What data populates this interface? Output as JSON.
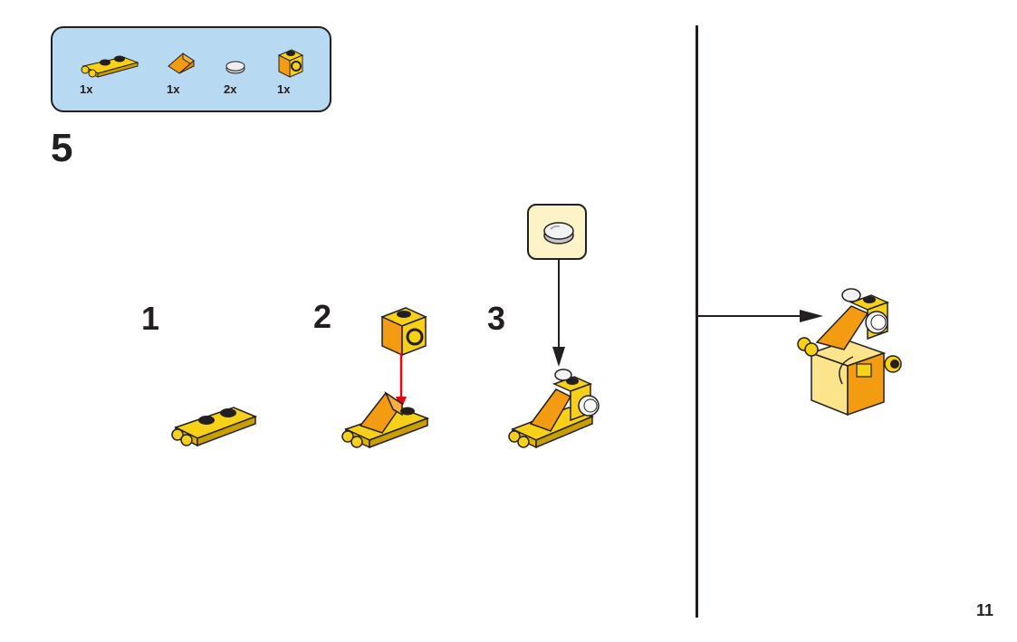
{
  "parts_list": {
    "items": [
      {
        "name": "yellow-plate-1x2-with-clips-icon",
        "quantity": "1x"
      },
      {
        "name": "orange-slope-icon",
        "quantity": "1x"
      },
      {
        "name": "white-round-tile-icon",
        "quantity": "2x"
      },
      {
        "name": "yellow-brick-1x1-with-stud-icon",
        "quantity": "1x"
      }
    ]
  },
  "step": {
    "number": "5"
  },
  "substeps": [
    {
      "number": "1"
    },
    {
      "number": "2"
    },
    {
      "number": "3"
    }
  ],
  "page": {
    "number": "11"
  },
  "colors": {
    "yellow": "#f7d117",
    "orange": "#f39c12",
    "white_part": "#e8e8e8",
    "parts_box_bg": "#b7d9f1",
    "callout_bg": "#fdf3c8",
    "arrow_red": "#e30613",
    "outline": "#231f20"
  }
}
